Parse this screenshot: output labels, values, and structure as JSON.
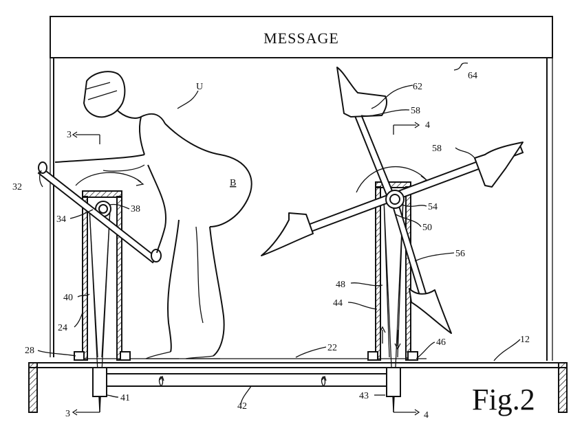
{
  "message_sign": "MESSAGE",
  "figure_title": "Fig.2",
  "labels": {
    "l3a": "3",
    "l3b": "3",
    "l4a": "4",
    "l4b": "4",
    "l12": "12",
    "l22": "22",
    "l24": "24",
    "l28": "28",
    "l32": "32",
    "l34": "34",
    "l38": "38",
    "l40": "40",
    "l41": "41",
    "l42": "42",
    "l43": "43",
    "l44": "44",
    "l46": "46",
    "l48": "48",
    "l50": "50",
    "l54": "54",
    "l56": "56",
    "l58a": "58",
    "l58b": "58",
    "l62": "62",
    "l64": "64",
    "lU": "U",
    "lB": "B"
  },
  "stroke_color": "#111111",
  "background_color": "#ffffff"
}
